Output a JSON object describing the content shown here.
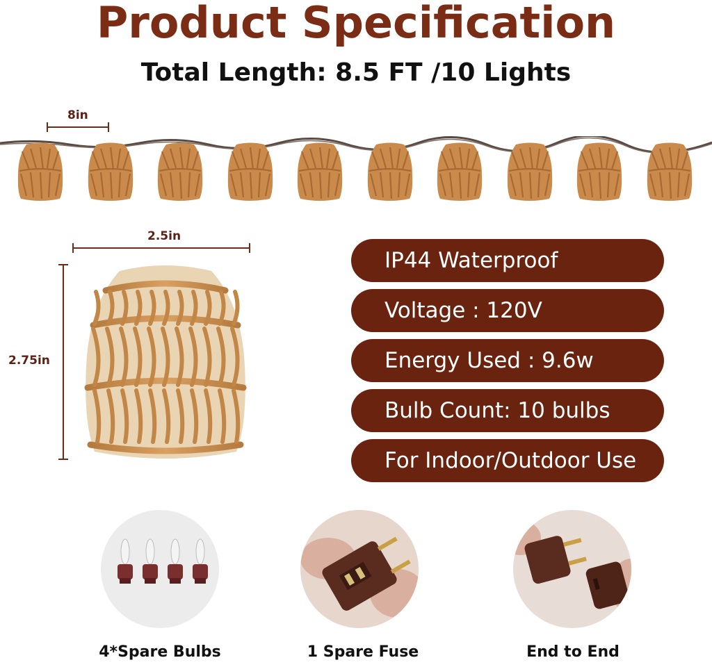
{
  "header": {
    "title": "Product Specification",
    "subtitle": "Total Length: 8.5 FT /10 Lights"
  },
  "string_diagram": {
    "spacing_label": "8in",
    "light_count": 10
  },
  "shade_dimensions": {
    "width_label": "2.5in",
    "height_label": "2.75in"
  },
  "specs": [
    "IP44 Waterproof",
    "Voltage : 120V",
    "Energy Used : 9.6w",
    "Bulb Count: 10 bulbs",
    "For Indoor/Outdoor Use"
  ],
  "accessories": [
    {
      "label": "4*Spare Bulbs",
      "icon": "spare-bulbs-icon"
    },
    {
      "label": "1 Spare Fuse",
      "icon": "fuse-plug-icon"
    },
    {
      "label": "End to End",
      "icon": "end-to-end-plug-icon"
    }
  ],
  "colors": {
    "brand": "#7a2c14",
    "pill": "#6a230f",
    "rattan": "#c98a4c"
  }
}
